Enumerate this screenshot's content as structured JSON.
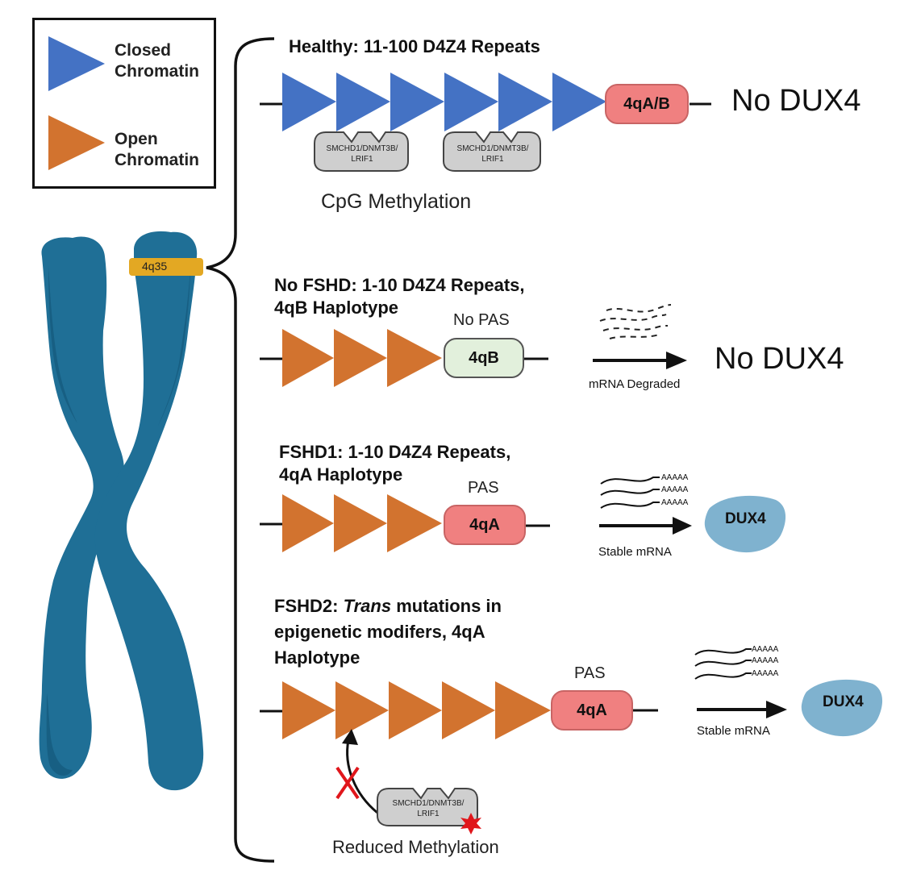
{
  "legend": {
    "closed_label_line1": "Closed",
    "closed_label_line2": "Chromatin",
    "open_label_line1": "Open",
    "open_label_line2": "Chromatin"
  },
  "chromosome": {
    "band_label": "4q35"
  },
  "colors": {
    "closed_chromatin": "#4472c4",
    "open_chromatin": "#d2732f",
    "pas_box": "#f08080",
    "no_pas_box": "#e2f0dc",
    "chromosome": "#1f6f96",
    "band": "#e3a823",
    "dux4_blob": "#7fb2cf",
    "protein": "#cfcfcf",
    "x_mark": "#e0161b"
  },
  "healthy": {
    "title": "Healthy: 11-100 D4Z4 Repeats",
    "box_label": "4qA/B",
    "outcome": "No DUX4",
    "protein_label_line1": "SMCHD1/DNMT3B/",
    "protein_label_line2": "LRIF1",
    "methylation_label": "CpG Methylation"
  },
  "no_fshd": {
    "title_line1": "No FSHD: 1-10 D4Z4 Repeats,",
    "title_line2": "4qB Haplotype",
    "pas_label": "No PAS",
    "box_label": "4qB",
    "arrow_label": "mRNA Degraded",
    "outcome": "No DUX4"
  },
  "fshd1": {
    "title_line1": "FSHD1: 1-10 D4Z4 Repeats,",
    "title_line2": "4qA Haplotype",
    "pas_label": "PAS",
    "box_label": "4qA",
    "polyA": "AAAAA",
    "arrow_label": "Stable mRNA",
    "outcome": "DUX4"
  },
  "fshd2": {
    "title_line1_prefix": "FSHD2: ",
    "title_line1_italic": "Trans",
    "title_line1_suffix": " mutations in",
    "title_line2": "epigenetic modifers, 4qA",
    "title_line3": "Haplotype",
    "pas_label": "PAS",
    "box_label": "4qA",
    "polyA": "AAAAA",
    "arrow_label": "Stable mRNA",
    "outcome": "DUX4",
    "protein_label_line1": "SMCHD1/DNMT3B/",
    "protein_label_line2": "LRIF1",
    "methylation_label": "Reduced Methylation"
  }
}
